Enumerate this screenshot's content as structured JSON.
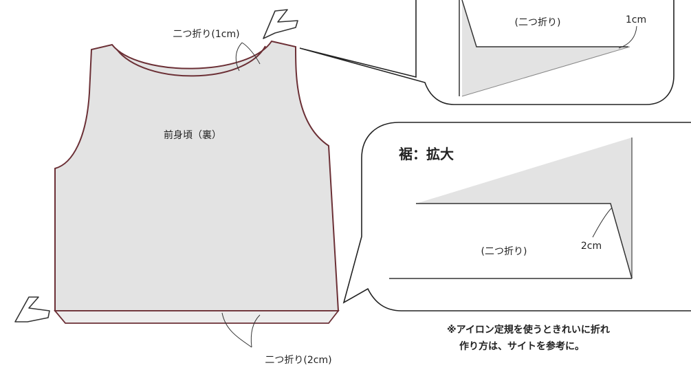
{
  "body_label": "前身頃（裏）",
  "neck_fold_label": "二つ折り(1cm)",
  "hem_fold_label": "二つ折り(2cm)",
  "neck_zoom": {
    "fold_label": "(二つ折り)",
    "width_label": "1cm"
  },
  "hem_zoom": {
    "title": "裾：拡大",
    "fold_label": "(二つ折り)",
    "width_label": "2cm"
  },
  "note": {
    "line1": "※アイロン定規を使うときれいに折れ",
    "line2": "作り方は、サイトを参考に。"
  },
  "colors": {
    "fabric_fill": "#e3e3e3",
    "outline_main": "#6b2f35",
    "line": "#333333"
  }
}
